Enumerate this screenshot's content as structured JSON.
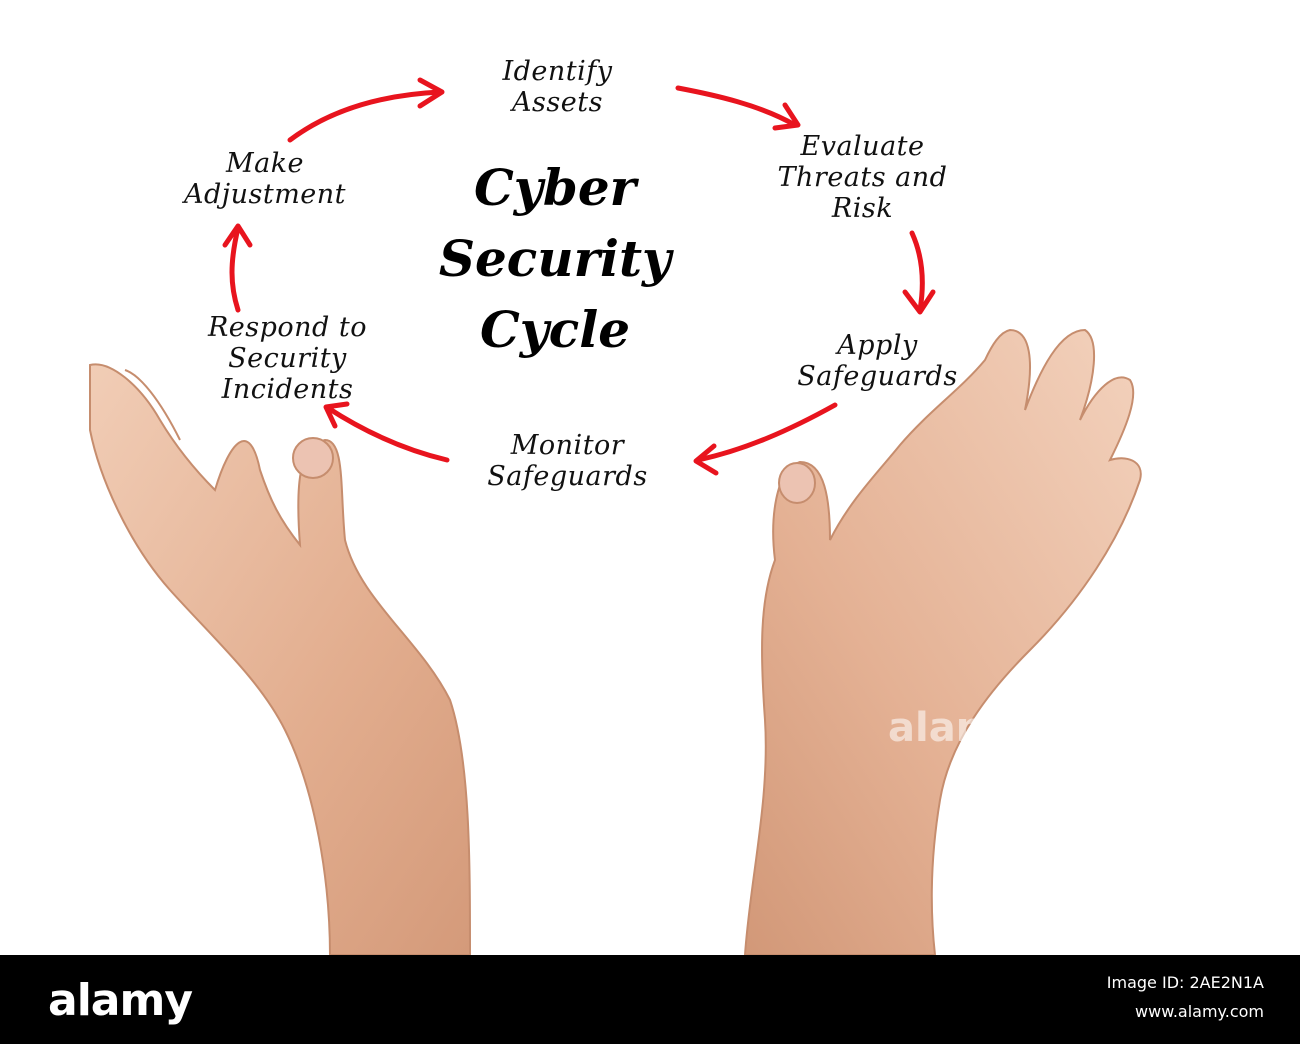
{
  "diagram": {
    "title_lines": [
      "Cyber",
      "Security",
      "Cycle"
    ],
    "steps": [
      {
        "id": "identify",
        "label": "Identify\nAssets"
      },
      {
        "id": "evaluate",
        "label": "Evaluate\nThreats and\nRisk"
      },
      {
        "id": "apply",
        "label": "Apply\nSafeguards"
      },
      {
        "id": "monitor",
        "label": "Monitor\nSafeguards"
      },
      {
        "id": "respond",
        "label": "Respond to\nSecurity\nIncidents"
      },
      {
        "id": "adjust",
        "label": "Make\nAdjustment"
      }
    ],
    "arrow_color": "#e8141e"
  },
  "footer": {
    "logo": "alamy",
    "image_id": "Image ID: 2AE2N1A",
    "site": "www.alamy.com"
  },
  "watermark": "alamy"
}
